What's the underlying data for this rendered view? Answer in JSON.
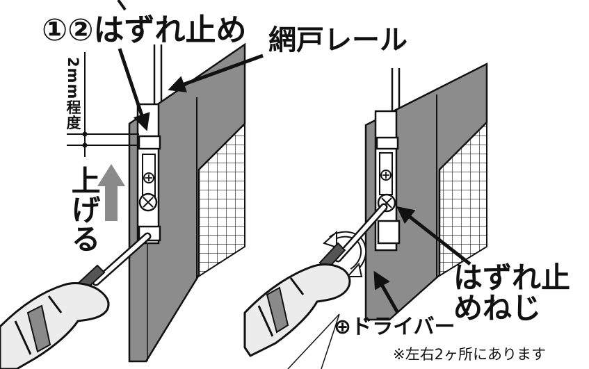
{
  "labels": {
    "stop_title": "①②はずれ止め",
    "screen_rail": "網戸レール",
    "gap": "2mm程度",
    "raise": "上げる",
    "stop_screw": "はずれ止めねじ",
    "driver": "⊕ドライバー",
    "note": "※左右2ヶ所にあります"
  },
  "colors": {
    "frame_gray": "#8c8c8c",
    "frame_dark": "#6e6e6e",
    "arrow_gray": "#8a8a8a",
    "line": "#111111",
    "glove": "#ececec"
  },
  "icons": [
    "arrow-icon",
    "up-arrow-icon",
    "phillips-screw-icon",
    "rotation-arrow-icon",
    "screwdriver-icon",
    "hand-icon"
  ]
}
